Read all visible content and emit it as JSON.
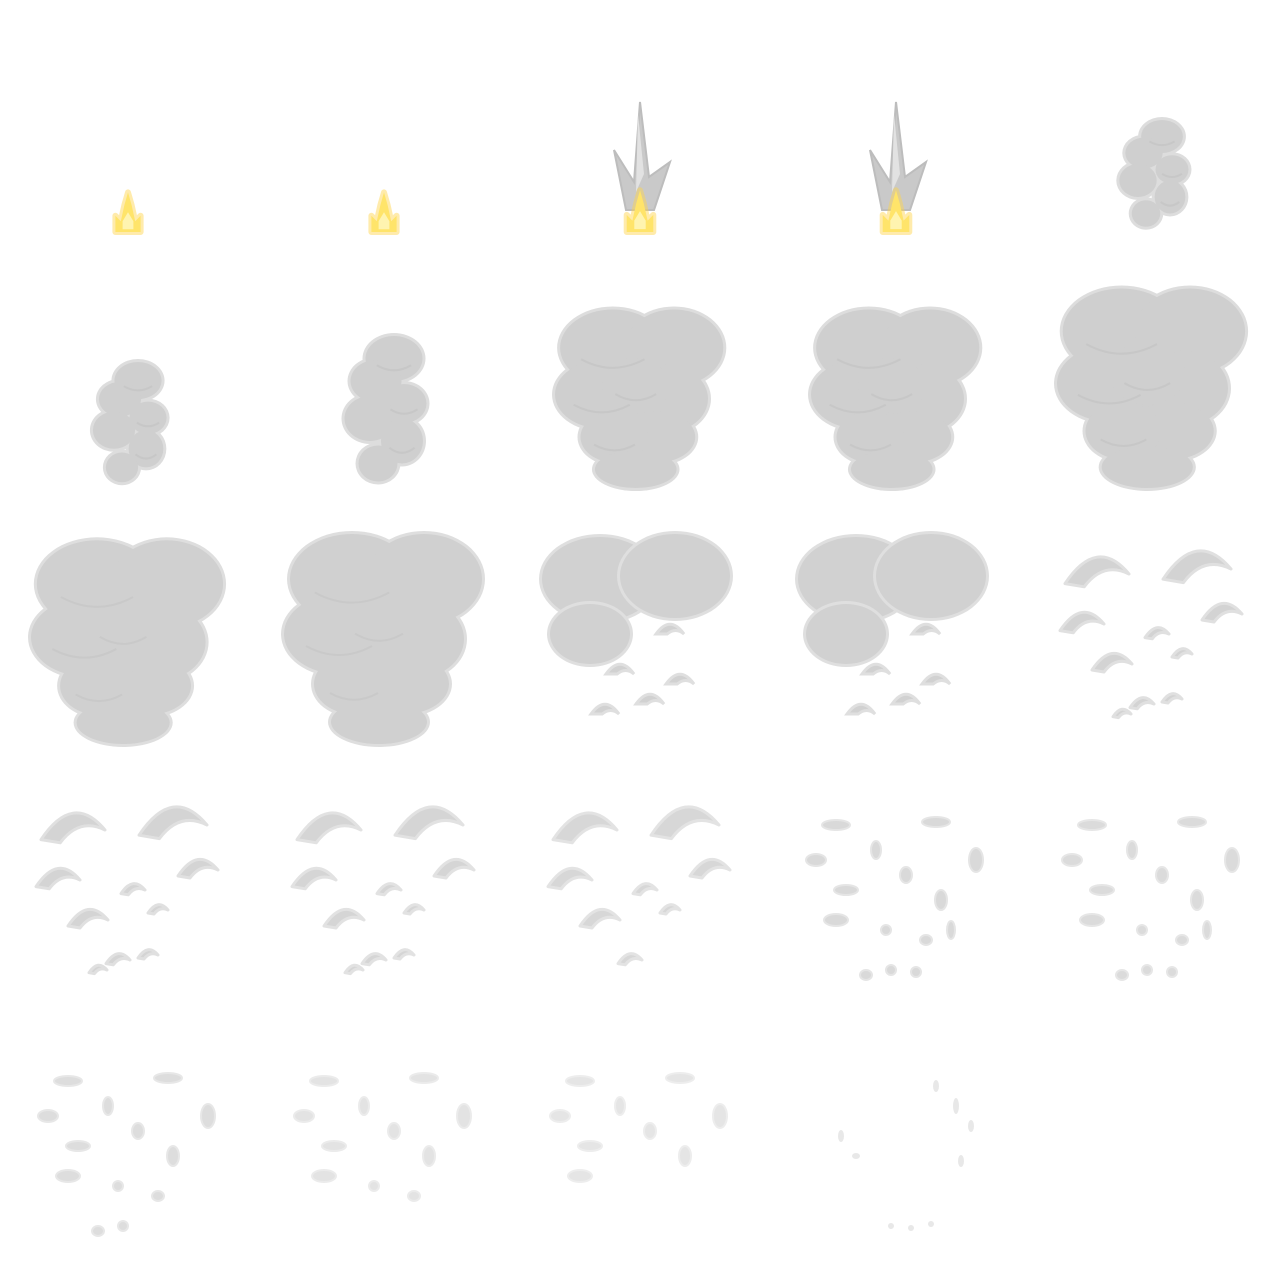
{
  "sheet": {
    "columns": 5,
    "rows": 5,
    "frame_count": 24,
    "background": "#ffffff"
  },
  "colors": {
    "smoke": "#cdcdcd",
    "smoke_edge": "#dcdcdc",
    "smoke_shadow": "#bdbdbd",
    "flame": "#ffe46a",
    "flame_core": "#fff4b0",
    "flame_glow": "#ffd54a",
    "spike": "#c9c9c9"
  },
  "frames": [
    {
      "stage": "flash",
      "size": 1
    },
    {
      "stage": "flash",
      "size": 1
    },
    {
      "stage": "spike",
      "size": 1
    },
    {
      "stage": "spike",
      "size": 1
    },
    {
      "stage": "column",
      "size": 0.55,
      "opacity": 0.95
    },
    {
      "stage": "column",
      "size": 0.62,
      "opacity": 0.95
    },
    {
      "stage": "column",
      "size": 0.75,
      "opacity": 0.95
    },
    {
      "stage": "cloud",
      "size": 0.85,
      "opacity": 0.95
    },
    {
      "stage": "cloud",
      "size": 0.85,
      "opacity": 0.95
    },
    {
      "stage": "cloud",
      "size": 0.95,
      "opacity": 0.95
    },
    {
      "stage": "cloud",
      "size": 0.97,
      "opacity": 0.92
    },
    {
      "stage": "cloud",
      "size": 1.0,
      "opacity": 0.92
    },
    {
      "stage": "break",
      "size": 1.0,
      "opacity": 0.9
    },
    {
      "stage": "break",
      "size": 1.0,
      "opacity": 0.9
    },
    {
      "stage": "wisps",
      "size": 1.0,
      "opacity": 0.88
    },
    {
      "stage": "wisps",
      "size": 1.0,
      "opacity": 0.86
    },
    {
      "stage": "wisps",
      "size": 1.0,
      "opacity": 0.82
    },
    {
      "stage": "wisps",
      "size": 1.0,
      "opacity": 0.78
    },
    {
      "stage": "fragments",
      "size": 1.0,
      "opacity": 0.74
    },
    {
      "stage": "fragments",
      "size": 1.0,
      "opacity": 0.7
    },
    {
      "stage": "fragments",
      "size": 1.0,
      "opacity": 0.66
    },
    {
      "stage": "fragments",
      "size": 1.0,
      "opacity": 0.55
    },
    {
      "stage": "fragments",
      "size": 1.0,
      "opacity": 0.5
    },
    {
      "stage": "dots",
      "size": 1.0,
      "opacity": 0.45
    }
  ]
}
